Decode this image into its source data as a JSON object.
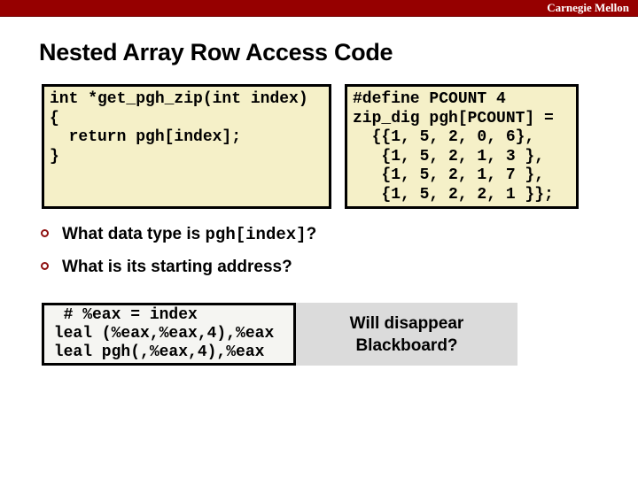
{
  "header": {
    "brand": "Carnegie Mellon",
    "title": "Nested Array Row Access Code"
  },
  "colors": {
    "topbar_red": "#960000",
    "bullet_ring_red": "#8e1010",
    "code_box_yellow": "#f5f0c8",
    "asm_box_bg": "#f5f5f2",
    "note_box_gray": "#dbdbdb",
    "border": "#000000"
  },
  "code_boxes": {
    "c_function": "int *get_pgh_zip(int index)\n{\n  return pgh[index];\n}",
    "array_decl": "#define PCOUNT 4\nzip_dig pgh[PCOUNT] =\n  {{1, 5, 2, 0, 6},\n   {1, 5, 2, 1, 3 },\n   {1, 5, 2, 1, 7 },\n   {1, 5, 2, 2, 1 }};",
    "assembly": "  # %eax = index\n leal (%eax,%eax,4),%eax\n leal pgh(,%eax,4),%eax"
  },
  "bullets": [
    {
      "prefix": "What data type is ",
      "code": "pgh[index]",
      "suffix": "?"
    },
    {
      "prefix": "What is its starting address?",
      "code": "",
      "suffix": ""
    }
  ],
  "note_box": {
    "line1": "Will disappear",
    "line2": "Blackboard?"
  }
}
